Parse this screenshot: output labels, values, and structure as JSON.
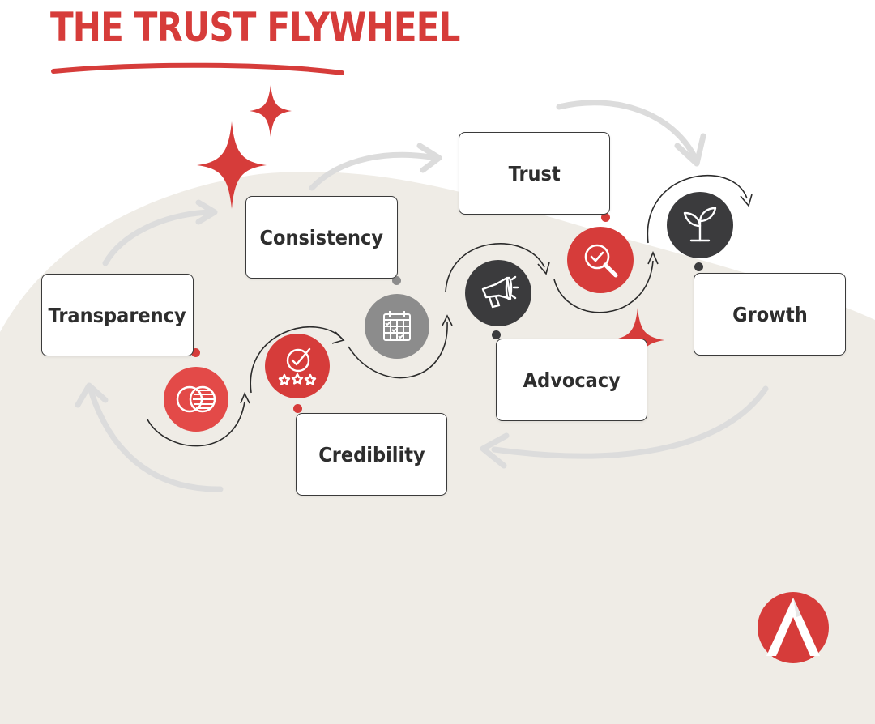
{
  "title": "THE TRUST FLYWHEEL",
  "colors": {
    "accent": "#d63c3a",
    "dark": "#3b3b3d",
    "gray": "#8c8c8c",
    "arrow": "#dcdcdc",
    "wave": "#efece6"
  },
  "stages": [
    {
      "label": "Transparency",
      "icon": "venn-circles-icon"
    },
    {
      "label": "Credibility",
      "icon": "checkmark-stars-icon"
    },
    {
      "label": "Consistency",
      "icon": "calendar-icon"
    },
    {
      "label": "Advocacy",
      "icon": "megaphone-icon"
    },
    {
      "label": "Trust",
      "icon": "magnifier-check-icon"
    },
    {
      "label": "Growth",
      "icon": "sprout-icon"
    }
  ]
}
